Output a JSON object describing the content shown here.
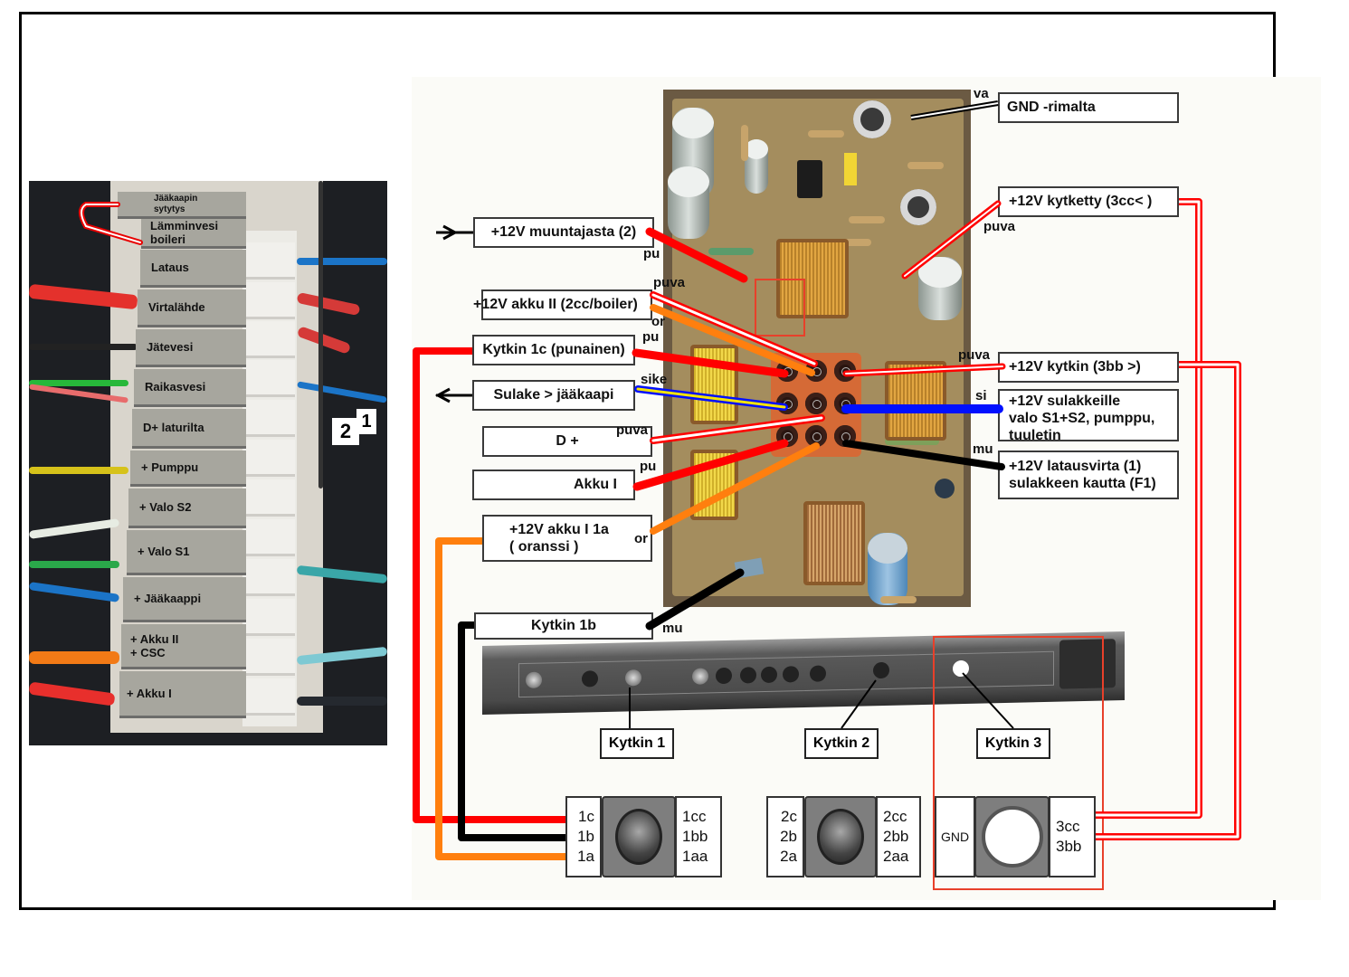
{
  "left_photo": {
    "tags": [
      {
        "id": "jaakaapin-sytytys",
        "label_line1": "Jääkaapin",
        "label_line2": "sytytys"
      },
      {
        "id": "lamminvesi-boileri",
        "label_line1": "Lämminvesi",
        "label_line2": "boileri"
      },
      {
        "id": "lataus",
        "label_line1": "Lataus"
      },
      {
        "id": "virtalahde",
        "label_line1": "Virtalähde"
      },
      {
        "id": "jatevesi",
        "label_line1": "Jätevesi"
      },
      {
        "id": "raikasvesi",
        "label_line1": "Raikasvesi"
      },
      {
        "id": "d-laturilta",
        "label_line1": "D+ laturilta"
      },
      {
        "id": "pumppu",
        "label_line1": "+ Pumppu"
      },
      {
        "id": "valo-s2",
        "label_line1": "+ Valo S2"
      },
      {
        "id": "valo-s1",
        "label_line1": "+ Valo S1"
      },
      {
        "id": "jaakaappi",
        "label_line1": "+ Jääkaappi"
      },
      {
        "id": "akku-ii-csc",
        "label_line1": "+ Akku II",
        "label_line2": "+ CSC"
      },
      {
        "id": "akku-i",
        "label_line1": "+ Akku I"
      }
    ],
    "cable_markers": [
      "2",
      "1"
    ]
  },
  "left_labels": {
    "muuntajasta": "+12V muuntajasta (2)",
    "akku_ii": "+12V akku II (2cc/boiler)",
    "kytkin_1c": "Kytkin 1c (punainen)",
    "sulake": "Sulake > jääkaapi",
    "d_plus": "D +",
    "akku_i": "Akku I",
    "akku_i_1a_line1": "+12V akku I 1a",
    "akku_i_1a_line2": "( oranssi )",
    "kytkin_1b": "Kytkin 1b"
  },
  "right_labels": {
    "gnd": "GND -rimalta",
    "kytketty": "+12V  kytketty (3cc<  )",
    "kytkin_3bb": "+12V  kytkin (3bb >)",
    "sulakkeille_line1": "+12V sulakkeille",
    "sulakkeille_line2": "valo S1+S2, pumppu,",
    "sulakkeille_line3": "tuuletin",
    "latausvirta_line1": "+12V latausvirta (1)",
    "latausvirta_line2": "sulakkeen kautta (F1)"
  },
  "wire_codes": {
    "pu_muuntajasta": "pu",
    "puva_akku_ii": "puva",
    "or_akku_ii": "or",
    "pu_kytkin_1c": "pu",
    "sike": "sike",
    "puva_d_plus": "puva",
    "pu_akku_i": "pu",
    "or_akku_i_1a": "or",
    "mu_kytkin_1b": "mu",
    "va_gnd": "va",
    "puva_kytketty": "puva",
    "puva_3bb": "puva",
    "si_sulakkeille": "si",
    "mu_latausvirta": "mu"
  },
  "wire_colors": {
    "pu": "#ff0000",
    "or": "#ff7f0e",
    "si": "#0010ff",
    "mu": "#000000",
    "sike_yellow": "#f5e400",
    "panel_highlight": "#e8402a"
  },
  "panel_callouts": {
    "kytkin_1": "Kytkin 1",
    "kytkin_2": "Kytkin 2",
    "kytkin_3": "Kytkin 3"
  },
  "switches": [
    {
      "id": "switch-1",
      "left": [
        "1c",
        "1b",
        "1a"
      ],
      "right": [
        "1cc",
        "1bb",
        "1aa"
      ]
    },
    {
      "id": "switch-2",
      "left": [
        "2c",
        "2b",
        "2a"
      ],
      "right": [
        "2cc",
        "2bb",
        "2aa"
      ]
    },
    {
      "id": "switch-3",
      "left": [
        "GND"
      ],
      "right": [
        "3cc",
        "3bb"
      ]
    }
  ]
}
